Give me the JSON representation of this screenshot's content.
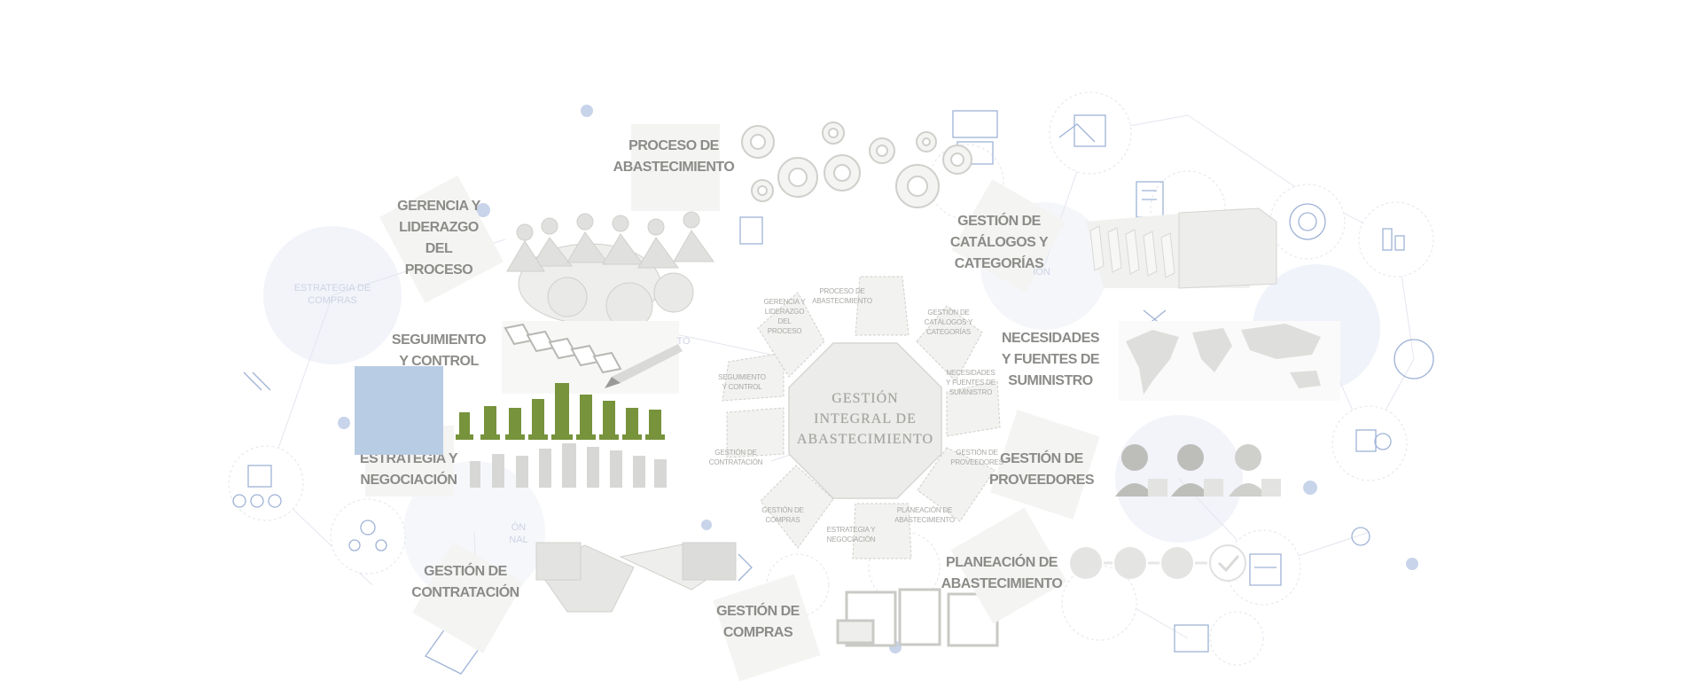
{
  "center": {
    "title": "GESTIÓN\nINTEGRAL DE\nABASTECIMIENTO"
  },
  "outer_labels": {
    "proceso": "PROCESO DE\nABASTECIMIENTO",
    "gerencia": "GERENCIA Y\nLIDERAZGO\nDEL\nPROCESO",
    "catalogos": "GESTIÓN DE\nCATÁLOGOS Y\nCATEGORÍAS",
    "seguimiento": "SEGUIMIENTO\nY CONTROL",
    "necesidades": "NECESIDADES\nY FUENTES DE\nSUMINISTRO",
    "estrategia": "ESTRATEGIA Y\nNEGOCIACIÓN",
    "proveedores": "GESTIÓN DE\nPROVEEDORES",
    "contratacion": "GESTIÓN DE\nCONTRATACIÓN",
    "planeacion": "PLANEACIÓN DE\nABASTECIMIENTO",
    "compras": "GESTIÓN DE\nCOMPRAS"
  },
  "segments": {
    "proceso": "PROCESO DE\nABASTECIMIENTO",
    "gerencia": "GERENCIA Y\nLIDERAZGO\nDEL\nPROCESO",
    "catalogos": "GESTIÓN DE\nCATÁLOGOS Y\nCATEGORÍAS",
    "seguimiento": "SEGUIMIENTO\nY CONTROL",
    "necesidades": "NECESIDADES\nY FUENTES DE\nSUMINISTRO",
    "contratacion": "GESTIÓN DE\nCONTRATACIÓN",
    "proveedores": "GESTIÓN DE\nPROVEEDORES",
    "compras": "GESTIÓN DE\nCOMPRAS",
    "planeacion": "PLANEACIÓN DE\nABASTECIMIENTO",
    "estrategia": "ESTRATEGIA Y\nNEGOCIACIÓN"
  },
  "faint_labels": {
    "estrategia_compras": "ESTRATEGIA DE\nCOMPRAS",
    "nacional": "ÓN\nNAL",
    "ion": "IÓN",
    "to": "TO"
  },
  "colors": {
    "accent_blue": "#b8cce4",
    "chess_green": "#77933c",
    "label_gray": "#8b8b88",
    "icon_blue": "#9fb3d6"
  },
  "icons": [
    "gears-icon",
    "people-chain-icon",
    "checklist-pen-icon",
    "chess-pieces-icon",
    "handshake-icon",
    "file-folder-icon",
    "world-map-icon",
    "worker-avatars-icon",
    "planning-flow-icon",
    "documents-icon",
    "network-icons"
  ]
}
